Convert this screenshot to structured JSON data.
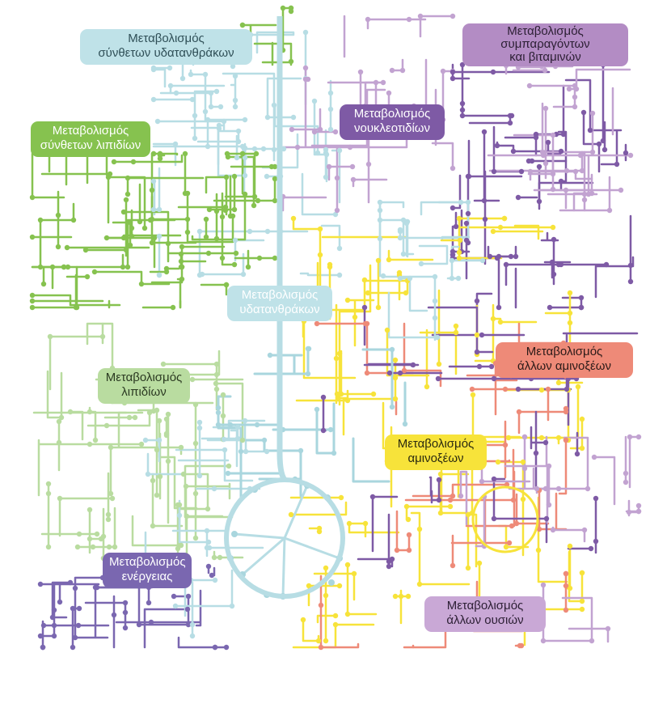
{
  "colors": {
    "carbohydrate": "#b7dde4",
    "carbohydrate_dark": "#a9d6de",
    "lipid_dark": "#86c24f",
    "lipid_light": "#b9dcA0",
    "nucleotide": "#7e5aa5",
    "cofactor": "#c2a3d1",
    "cofactor_box": "#b38cc4",
    "amino_acid": "#f7e33a",
    "other_amino": "#ee8a78",
    "energy": "#7a67b0",
    "other_substance": "#c9a8d6",
    "blue_purple": "#6e64a8"
  },
  "labels": {
    "complex_carbs": [
      "Μεταβολισμός",
      "σύνθετων υδατανθράκων"
    ],
    "cofactors": [
      "Μεταβολισμός",
      "συμπαραγόντων",
      "και βιταμινών"
    ],
    "nucleotides": [
      "Μεταβολισμός",
      "νουκλεοτιδίων"
    ],
    "complex_lipids": [
      "Μεταβολισμός",
      "σύνθετων λιπιδίων"
    ],
    "carbohydrates": [
      "Μεταβολισμός",
      "υδατανθράκων"
    ],
    "other_amino": [
      "Μεταβολισμός",
      "άλλων αμινοξέων"
    ],
    "lipids": [
      "Μεταβολισμός",
      "λιπιδίων"
    ],
    "amino_acids": [
      "Μεταβολισμός",
      "αμινοξέων"
    ],
    "energy": [
      "Μεταβολισμός",
      "ενέργειας"
    ],
    "other_substances": [
      "Μεταβολισμός",
      "άλλων ουσιών"
    ]
  }
}
